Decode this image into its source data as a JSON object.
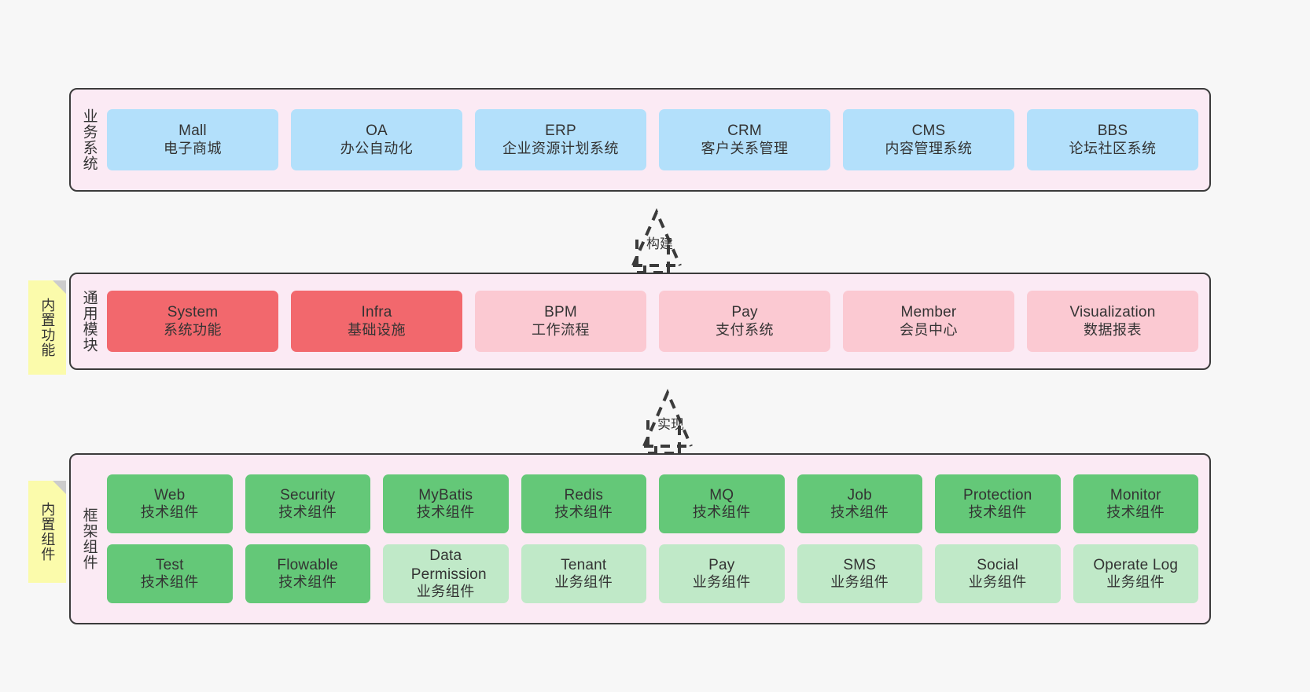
{
  "diagram": {
    "background_color": "#f7f7f7",
    "layer_fill": "#fbeaf4",
    "layer_border": "#3b3b3b",
    "sticky_color": "#fbfbab"
  },
  "layers": {
    "business": {
      "title": "业务系统",
      "cards": [
        {
          "en": "Mall",
          "cn": "电子商城",
          "color": "#b3e0fb"
        },
        {
          "en": "OA",
          "cn": "办公自动化",
          "color": "#b3e0fb"
        },
        {
          "en": "ERP",
          "cn": "企业资源计划系统",
          "color": "#b3e0fb"
        },
        {
          "en": "CRM",
          "cn": "客户关系管理",
          "color": "#b3e0fb"
        },
        {
          "en": "CMS",
          "cn": "内容管理系统",
          "color": "#b3e0fb"
        },
        {
          "en": "BBS",
          "cn": "论坛社区系统",
          "color": "#b3e0fb"
        }
      ]
    },
    "module": {
      "title": "通用模块",
      "sticky": "内置功能",
      "cards": [
        {
          "en": "System",
          "cn": "系统功能",
          "color": "#f2686d"
        },
        {
          "en": "Infra",
          "cn": "基础设施",
          "color": "#f2686d"
        },
        {
          "en": "BPM",
          "cn": "工作流程",
          "color": "#fbc9d2"
        },
        {
          "en": "Pay",
          "cn": "支付系统",
          "color": "#fbc9d2"
        },
        {
          "en": "Member",
          "cn": "会员中心",
          "color": "#fbc9d2"
        },
        {
          "en": "Visualization",
          "cn": "数据报表",
          "color": "#fbc9d2"
        }
      ]
    },
    "framework": {
      "title": "框架组件",
      "sticky": "内置组件",
      "row1": [
        {
          "en": "Web",
          "cn": "技术组件",
          "color": "#64c878"
        },
        {
          "en": "Security",
          "cn": "技术组件",
          "color": "#64c878"
        },
        {
          "en": "MyBatis",
          "cn": "技术组件",
          "color": "#64c878"
        },
        {
          "en": "Redis",
          "cn": "技术组件",
          "color": "#64c878"
        },
        {
          "en": "MQ",
          "cn": "技术组件",
          "color": "#64c878"
        },
        {
          "en": "Job",
          "cn": "技术组件",
          "color": "#64c878"
        },
        {
          "en": "Protection",
          "cn": "技术组件",
          "color": "#64c878"
        },
        {
          "en": "Monitor",
          "cn": "技术组件",
          "color": "#64c878"
        }
      ],
      "row2": [
        {
          "en": "Test",
          "cn": "技术组件",
          "color": "#64c878"
        },
        {
          "en": "Flowable",
          "cn": "技术组件",
          "color": "#64c878"
        },
        {
          "en": "Data Permission",
          "cn": "业务组件",
          "color": "#c0e9c8"
        },
        {
          "en": "Tenant",
          "cn": "业务组件",
          "color": "#c0e9c8"
        },
        {
          "en": "Pay",
          "cn": "业务组件",
          "color": "#c0e9c8"
        },
        {
          "en": "SMS",
          "cn": "业务组件",
          "color": "#c0e9c8"
        },
        {
          "en": "Social",
          "cn": "业务组件",
          "color": "#c0e9c8"
        },
        {
          "en": "Operate Log",
          "cn": "业务组件",
          "color": "#c0e9c8"
        }
      ]
    }
  },
  "connectors": [
    {
      "label": "构建"
    },
    {
      "label": "实现"
    }
  ]
}
